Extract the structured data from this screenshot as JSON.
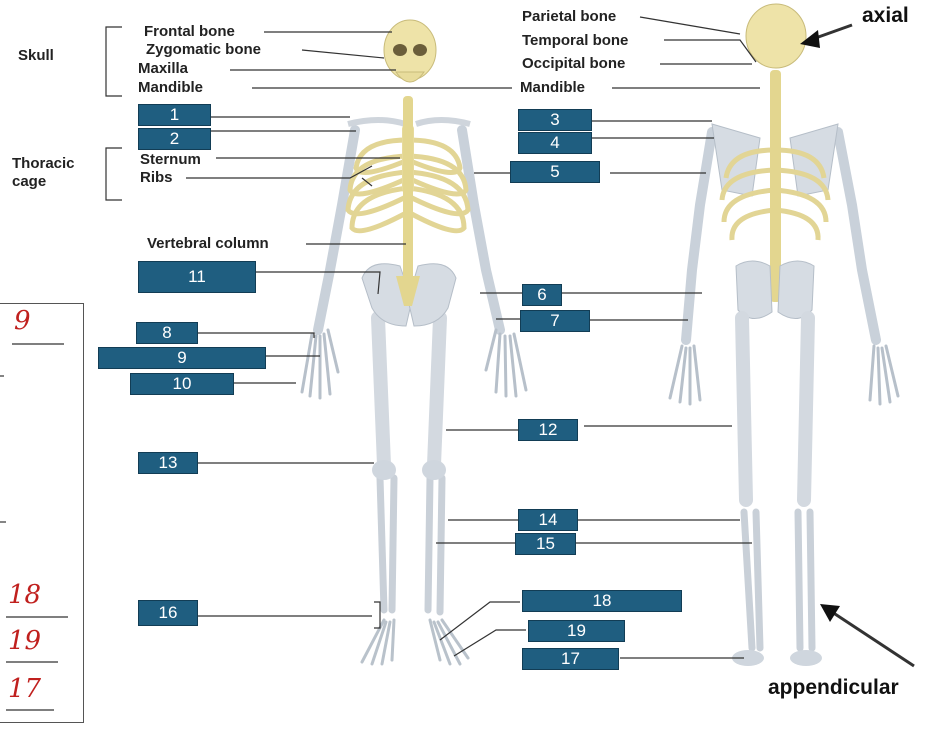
{
  "skull_group": {
    "label": "Skull",
    "bones": [
      "Frontal bone",
      "Zygomatic bone",
      "Maxilla",
      "Mandible"
    ]
  },
  "skull_posterior": [
    "Parietal bone",
    "Temporal bone",
    "Occipital bone",
    "Mandible"
  ],
  "thoracic_group": {
    "label_line1": "Thoracic",
    "label_line2": "cage",
    "bones": [
      "Sternum",
      "Ribs"
    ]
  },
  "vertebral_label": "Vertebral column",
  "axial_label": "axial",
  "appendicular_label": "appendicular",
  "label_boxes": [
    "1",
    "2",
    "3",
    "4",
    "5",
    "6",
    "7",
    "8",
    "9",
    "10",
    "11",
    "12",
    "13",
    "14",
    "15",
    "16",
    "18",
    "19",
    "17"
  ],
  "handwritten_answers": [
    "9",
    "18",
    "19",
    "17"
  ],
  "colors": {
    "box_fill": "#1f5e80",
    "bone_axial": "#e7dca2",
    "bone_appendicular": "#d9dfe6",
    "handwriting": "#c0201e"
  }
}
